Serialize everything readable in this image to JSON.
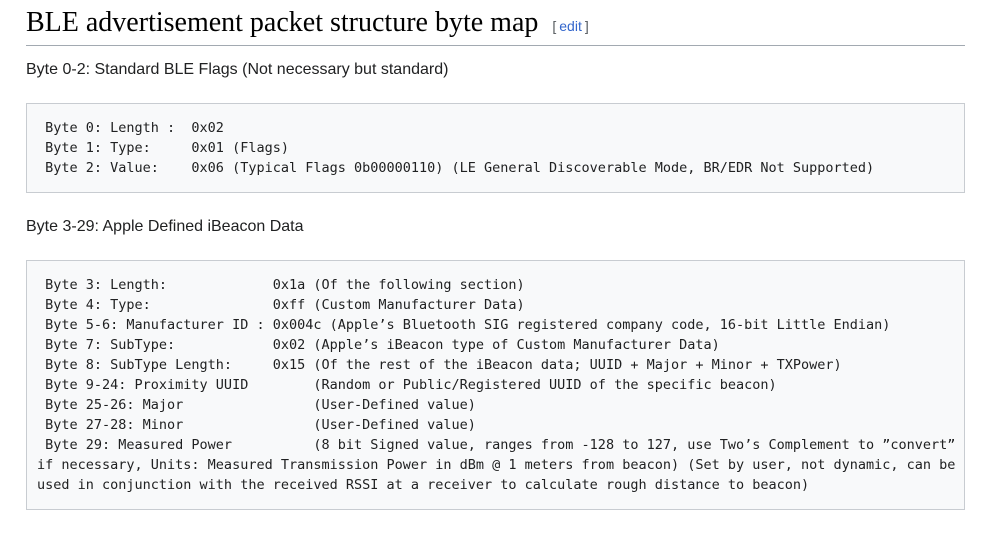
{
  "page": {
    "title": "BLE advertisement packet structure byte map",
    "edit": {
      "open": "[",
      "label": "edit",
      "close": "]"
    }
  },
  "sections": [
    {
      "label": "Byte 0-2: Standard BLE Flags (Not necessary but standard)",
      "code": " Byte 0: Length :  0x02\n Byte 1: Type:     0x01 (Flags)\n Byte 2: Value:    0x06 (Typical Flags 0b00000110) (LE General Discoverable Mode, BR/EDR Not Supported)"
    },
    {
      "label": "Byte 3-29: Apple Defined iBeacon Data",
      "code": " Byte 3: Length:             0x1a (Of the following section)\n Byte 4: Type:               0xff (Custom Manufacturer Data)\n Byte 5-6: Manufacturer ID : 0x004c (Apple’s Bluetooth SIG registered company code, 16-bit Little Endian)\n Byte 7: SubType:            0x02 (Apple’s iBeacon type of Custom Manufacturer Data)\n Byte 8: SubType Length:     0x15 (Of the rest of the iBeacon data; UUID + Major + Minor + TXPower)\n Byte 9-24: Proximity UUID        (Random or Public/Registered UUID of the specific beacon)\n Byte 25-26: Major                (User-Defined value)\n Byte 27-28: Minor                (User-Defined value)\n Byte 29: Measured Power          (8 bit Signed value, ranges from -128 to 127, use Two’s Complement to ”convert”\nif necessary, Units: Measured Transmission Power in dBm @ 1 meters from beacon) (Set by user, not dynamic, can be\nused in conjunction with the received RSSI at a receiver to calculate rough distance to beacon)"
    }
  ],
  "colors": {
    "link_blue": "#3366cc",
    "bracket_gray": "#54595d",
    "heading_rule": "#a2a9b1",
    "code_background": "#f8f9fa",
    "code_border": "#c8ccd1",
    "body_text": "#202122"
  }
}
